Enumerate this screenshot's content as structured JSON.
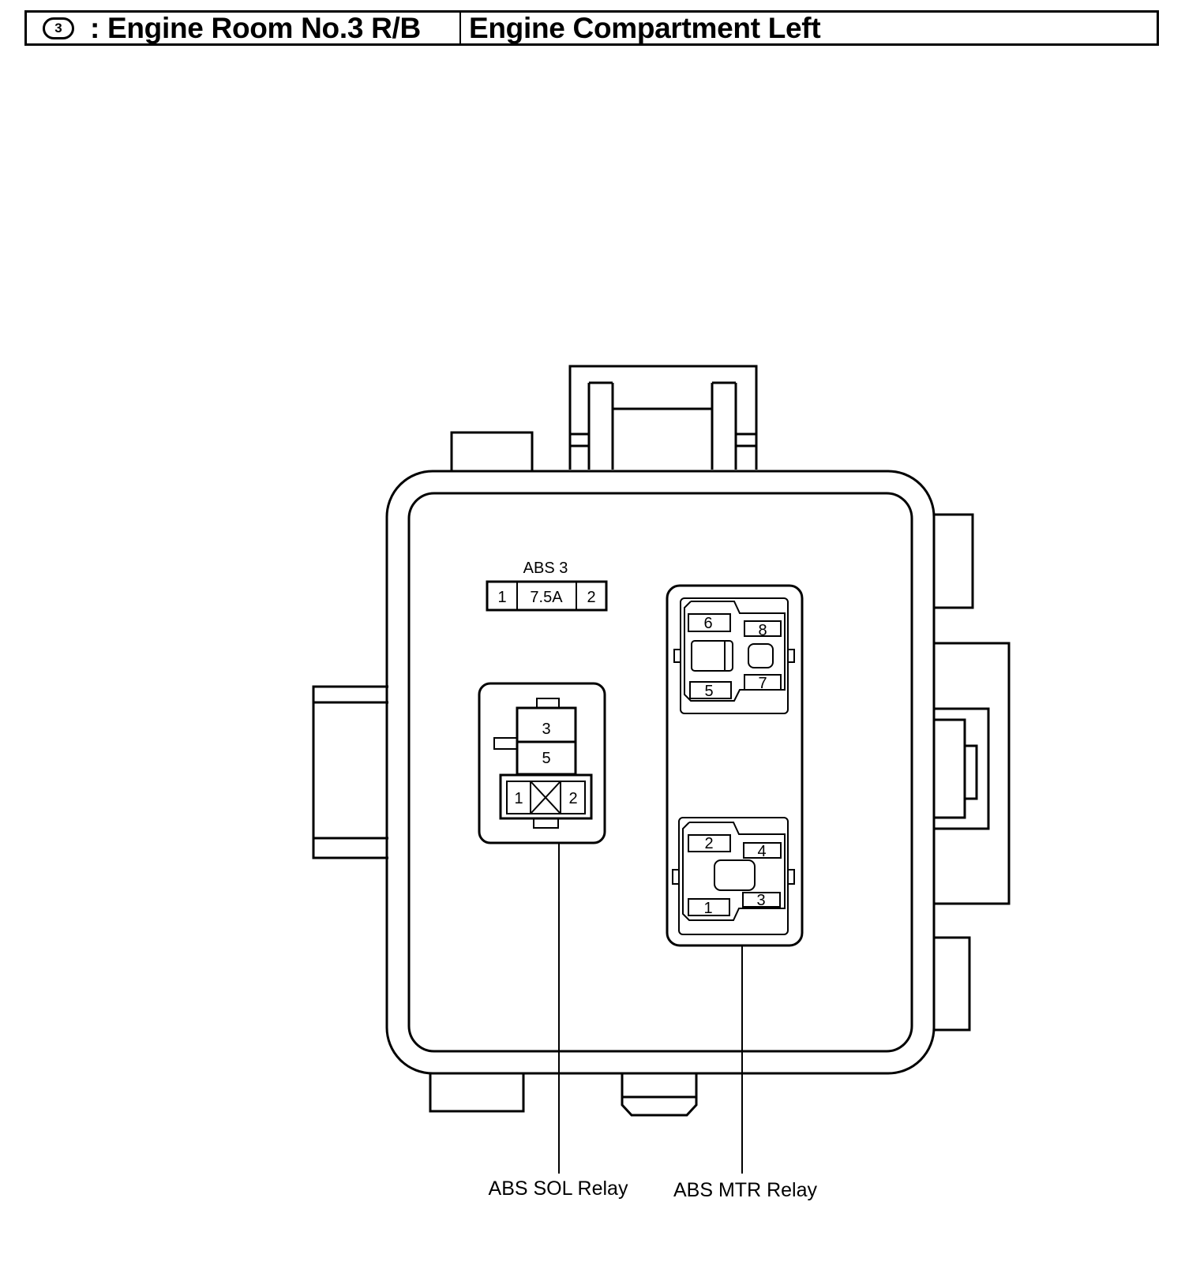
{
  "header": {
    "marker": "3",
    "title": ": Engine Room No.3 R/B",
    "location": "Engine Compartment Left"
  },
  "fuse": {
    "name": "ABS 3",
    "pin_left": "1",
    "rating": "7.5A",
    "pin_right": "2"
  },
  "sol_relay": {
    "label": "ABS SOL Relay",
    "pins": {
      "p3": "3",
      "p5": "5",
      "p1": "1",
      "p2": "2"
    }
  },
  "mtr_relay": {
    "label": "ABS MTR Relay",
    "upper_pins": {
      "p6": "6",
      "p8": "8",
      "p5": "5",
      "p7": "7"
    },
    "lower_pins": {
      "p2": "2",
      "p4": "4",
      "p1": "1",
      "p3": "3"
    }
  }
}
